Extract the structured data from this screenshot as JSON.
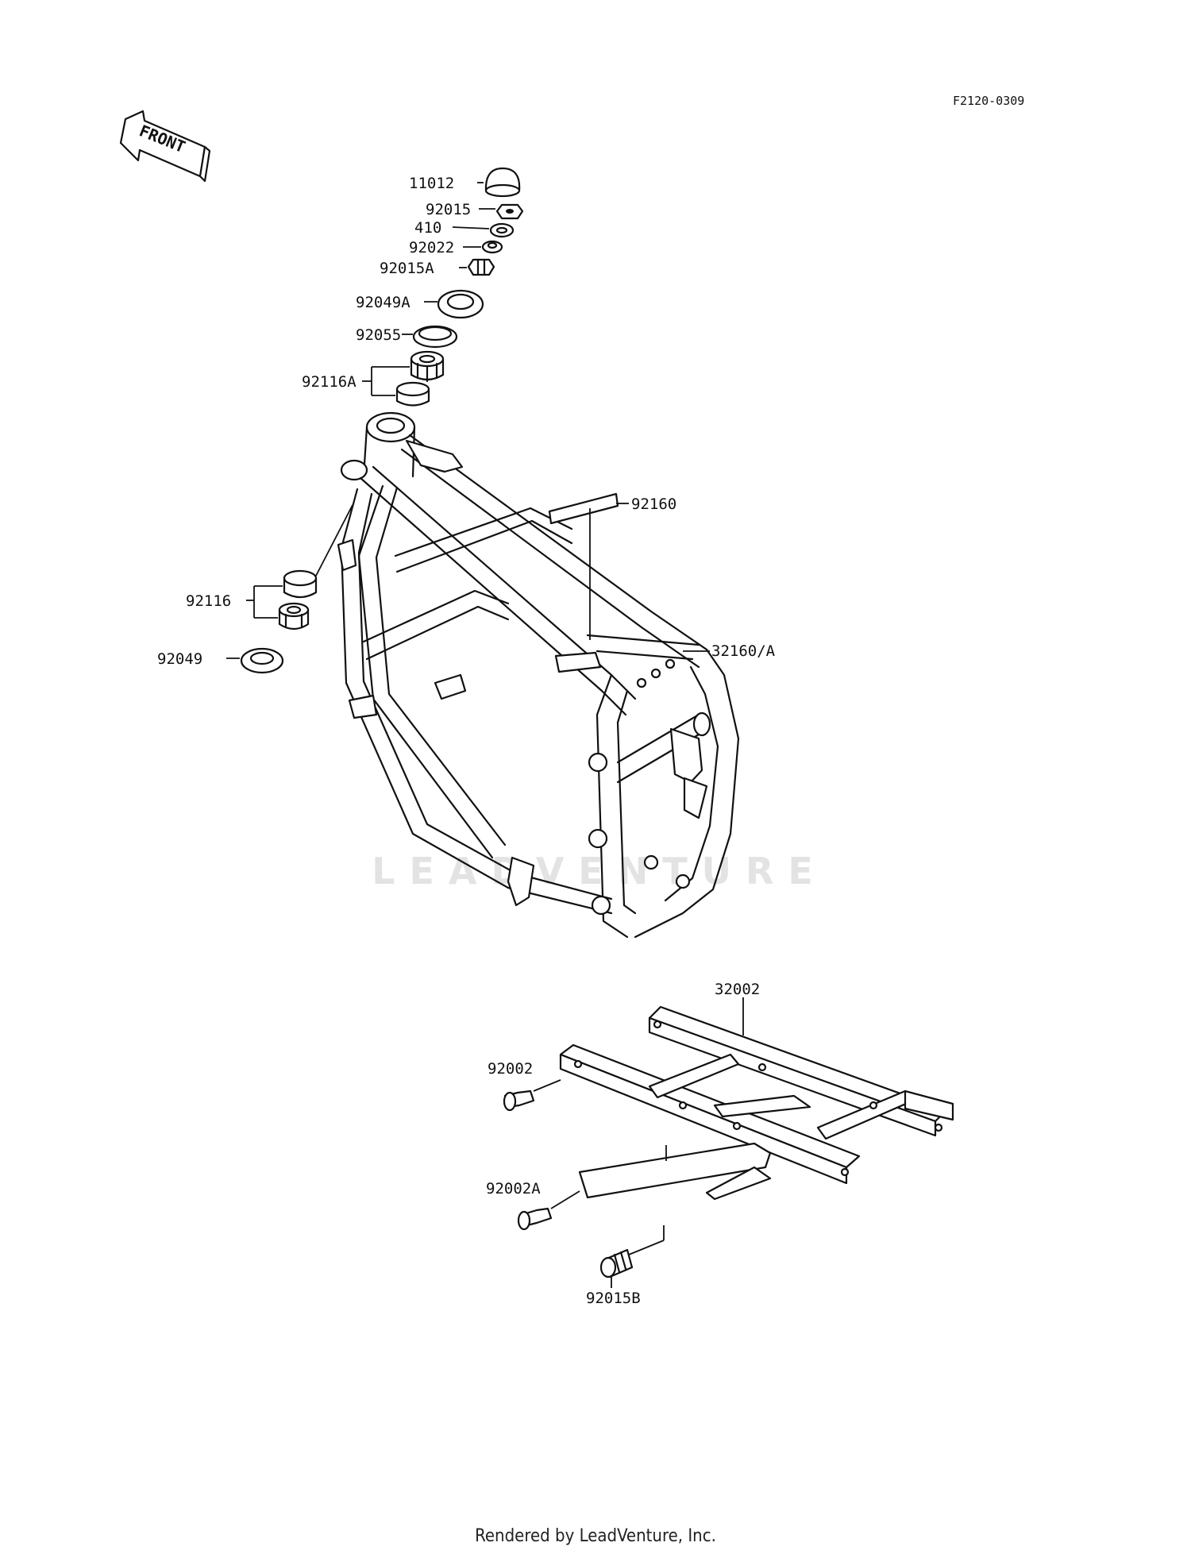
{
  "diagram": {
    "ref_code": "F2120-0309",
    "front_label": "FRONT",
    "watermark": "LEADVENTURE",
    "parts": {
      "p11012": "11012",
      "p92015": "92015",
      "p410": "410",
      "p92022": "92022",
      "p92015A": "92015A",
      "p92049A": "92049A",
      "p92055": "92055",
      "p92116A": "92116A",
      "p92160": "92160",
      "p32160A": "32160/A",
      "p92116": "92116",
      "p92049": "92049",
      "p32002": "32002",
      "p92002": "92002",
      "p92002A": "92002A",
      "p92015B": "92015B"
    }
  },
  "footer": {
    "credit": "Rendered by LeadVenture, Inc."
  }
}
